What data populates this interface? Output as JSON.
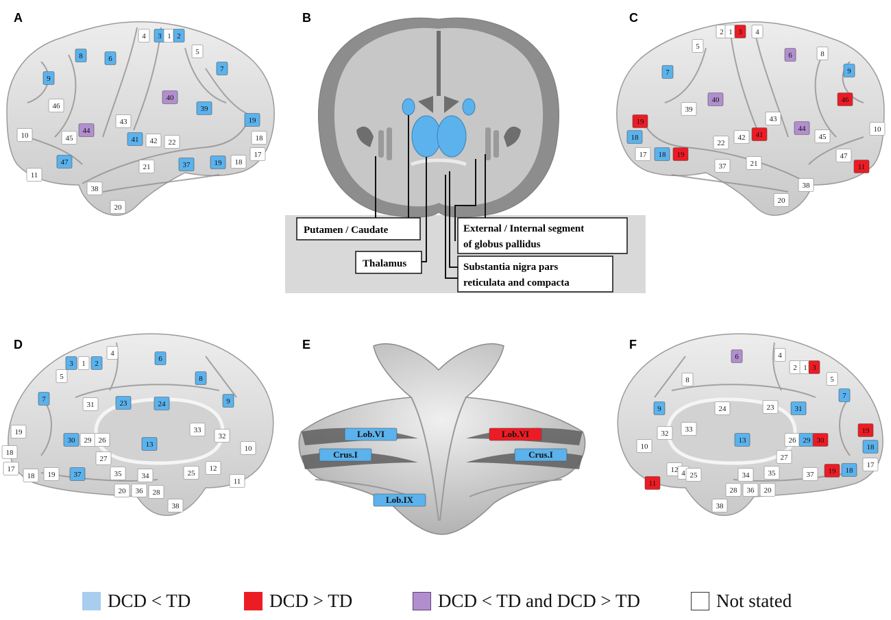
{
  "panels": {
    "a": "A",
    "b": "B",
    "c": "C",
    "d": "D",
    "e": "E",
    "f": "F"
  },
  "colors": {
    "blue": "#5bb2ec",
    "red": "#ec1c24",
    "purple": "#b18fcf",
    "white": "#ffffff"
  },
  "brainA": [
    {
      "t": "4",
      "c": "white"
    },
    {
      "t": "3",
      "c": "blue"
    },
    {
      "t": "1",
      "c": "white"
    },
    {
      "t": "2",
      "c": "blue"
    },
    {
      "t": "5",
      "c": "white"
    },
    {
      "t": "8",
      "c": "blue"
    },
    {
      "t": "6",
      "c": "blue"
    },
    {
      "t": "7",
      "c": "blue"
    },
    {
      "t": "9",
      "c": "blue"
    },
    {
      "t": "40",
      "c": "purple"
    },
    {
      "t": "46",
      "c": "white"
    },
    {
      "t": "39",
      "c": "blue"
    },
    {
      "t": "43",
      "c": "white"
    },
    {
      "t": "19",
      "c": "blue"
    },
    {
      "t": "44",
      "c": "purple"
    },
    {
      "t": "45",
      "c": "white"
    },
    {
      "t": "10",
      "c": "white"
    },
    {
      "t": "41",
      "c": "blue"
    },
    {
      "t": "42",
      "c": "white"
    },
    {
      "t": "22",
      "c": "white"
    },
    {
      "t": "18",
      "c": "white"
    },
    {
      "t": "47",
      "c": "blue"
    },
    {
      "t": "37",
      "c": "blue"
    },
    {
      "t": "19",
      "c": "blue"
    },
    {
      "t": "18",
      "c": "white"
    },
    {
      "t": "17",
      "c": "white"
    },
    {
      "t": "21",
      "c": "white"
    },
    {
      "t": "11",
      "c": "white"
    },
    {
      "t": "38",
      "c": "white"
    },
    {
      "t": "20",
      "c": "white"
    }
  ],
  "brainC": [
    {
      "t": "2",
      "c": "white"
    },
    {
      "t": "1",
      "c": "white"
    },
    {
      "t": "3",
      "c": "red"
    },
    {
      "t": "4",
      "c": "white"
    },
    {
      "t": "5",
      "c": "white"
    },
    {
      "t": "6",
      "c": "purple"
    },
    {
      "t": "8",
      "c": "white"
    },
    {
      "t": "7",
      "c": "blue"
    },
    {
      "t": "9",
      "c": "blue"
    },
    {
      "t": "40",
      "c": "purple"
    },
    {
      "t": "46",
      "c": "red"
    },
    {
      "t": "39",
      "c": "white"
    },
    {
      "t": "43",
      "c": "white"
    },
    {
      "t": "19",
      "c": "red"
    },
    {
      "t": "44",
      "c": "purple"
    },
    {
      "t": "10",
      "c": "white"
    },
    {
      "t": "41",
      "c": "red"
    },
    {
      "t": "42",
      "c": "white"
    },
    {
      "t": "45",
      "c": "white"
    },
    {
      "t": "22",
      "c": "white"
    },
    {
      "t": "18",
      "c": "blue"
    },
    {
      "t": "47",
      "c": "white"
    },
    {
      "t": "17",
      "c": "white"
    },
    {
      "t": "18",
      "c": "blue"
    },
    {
      "t": "19",
      "c": "red"
    },
    {
      "t": "37",
      "c": "white"
    },
    {
      "t": "21",
      "c": "white"
    },
    {
      "t": "11",
      "c": "red"
    },
    {
      "t": "38",
      "c": "white"
    },
    {
      "t": "20",
      "c": "white"
    }
  ],
  "brainD": [
    {
      "t": "4",
      "c": "white"
    },
    {
      "t": "3",
      "c": "blue"
    },
    {
      "t": "1",
      "c": "white"
    },
    {
      "t": "2",
      "c": "blue"
    },
    {
      "t": "6",
      "c": "blue"
    },
    {
      "t": "5",
      "c": "white"
    },
    {
      "t": "8",
      "c": "blue"
    },
    {
      "t": "7",
      "c": "blue"
    },
    {
      "t": "31",
      "c": "white"
    },
    {
      "t": "23",
      "c": "blue"
    },
    {
      "t": "24",
      "c": "blue"
    },
    {
      "t": "9",
      "c": "blue"
    },
    {
      "t": "19",
      "c": "white"
    },
    {
      "t": "33",
      "c": "white"
    },
    {
      "t": "32",
      "c": "white"
    },
    {
      "t": "30",
      "c": "blue"
    },
    {
      "t": "29",
      "c": "white"
    },
    {
      "t": "26",
      "c": "white"
    },
    {
      "t": "13",
      "c": "blue"
    },
    {
      "t": "10",
      "c": "white"
    },
    {
      "t": "18",
      "c": "white"
    },
    {
      "t": "27",
      "c": "white"
    },
    {
      "t": "17",
      "c": "white"
    },
    {
      "t": "18",
      "c": "white"
    },
    {
      "t": "19",
      "c": "white"
    },
    {
      "t": "37",
      "c": "blue"
    },
    {
      "t": "35",
      "c": "white"
    },
    {
      "t": "34",
      "c": "white"
    },
    {
      "t": "25",
      "c": "white"
    },
    {
      "t": "12",
      "c": "white"
    },
    {
      "t": "11",
      "c": "white"
    },
    {
      "t": "20",
      "c": "white"
    },
    {
      "t": "36",
      "c": "white"
    },
    {
      "t": "28",
      "c": "white"
    },
    {
      "t": "38",
      "c": "white"
    }
  ],
  "brainF": [
    {
      "t": "6",
      "c": "purple"
    },
    {
      "t": "4",
      "c": "white"
    },
    {
      "t": "2",
      "c": "white"
    },
    {
      "t": "1",
      "c": "white"
    },
    {
      "t": "3",
      "c": "red"
    },
    {
      "t": "5",
      "c": "white"
    },
    {
      "t": "8",
      "c": "white"
    },
    {
      "t": "7",
      "c": "blue"
    },
    {
      "t": "9",
      "c": "blue"
    },
    {
      "t": "24",
      "c": "white"
    },
    {
      "t": "23",
      "c": "white"
    },
    {
      "t": "31",
      "c": "blue"
    },
    {
      "t": "32",
      "c": "white"
    },
    {
      "t": "33",
      "c": "white"
    },
    {
      "t": "19",
      "c": "red"
    },
    {
      "t": "13",
      "c": "blue"
    },
    {
      "t": "26",
      "c": "white"
    },
    {
      "t": "29",
      "c": "blue"
    },
    {
      "t": "30",
      "c": "red"
    },
    {
      "t": "18",
      "c": "blue"
    },
    {
      "t": "10",
      "c": "white"
    },
    {
      "t": "27",
      "c": "white"
    },
    {
      "t": "12",
      "c": "white"
    },
    {
      "t": "4",
      "c": "white"
    },
    {
      "t": "25",
      "c": "white"
    },
    {
      "t": "35",
      "c": "white"
    },
    {
      "t": "34",
      "c": "white"
    },
    {
      "t": "37",
      "c": "white"
    },
    {
      "t": "19",
      "c": "red"
    },
    {
      "t": "18",
      "c": "blue"
    },
    {
      "t": "17",
      "c": "white"
    },
    {
      "t": "11",
      "c": "red"
    },
    {
      "t": "28",
      "c": "white"
    },
    {
      "t": "36",
      "c": "white"
    },
    {
      "t": "20",
      "c": "white"
    },
    {
      "t": "38",
      "c": "white"
    }
  ],
  "basal": {
    "putamen": "Putamen / Caudate",
    "thalamus": "Thalamus",
    "gp_line1": "External / Internal segment",
    "gp_line2": "of globus pallidus",
    "sn_line1": "Substantia nigra pars",
    "sn_line2": "reticulata and compacta"
  },
  "cerebellum": [
    {
      "t": "Lob.VI",
      "c": "blue"
    },
    {
      "t": "Lob.VI",
      "c": "red"
    },
    {
      "t": "Crus.I",
      "c": "blue"
    },
    {
      "t": "Crus.I",
      "c": "blue"
    },
    {
      "t": "Lob.IX",
      "c": "blue"
    }
  ],
  "legend": [
    {
      "label": "DCD < TD",
      "c": "#a9cdef",
      "border": "#a9cdef"
    },
    {
      "label": "DCD > TD",
      "c": "#ec1c24",
      "border": "#ec1c24"
    },
    {
      "label": "DCD < TD and DCD > TD",
      "c": "#b18fcf",
      "border": "#5b3e7a"
    },
    {
      "label": "Not stated",
      "c": "#ffffff",
      "border": "#333333"
    }
  ]
}
